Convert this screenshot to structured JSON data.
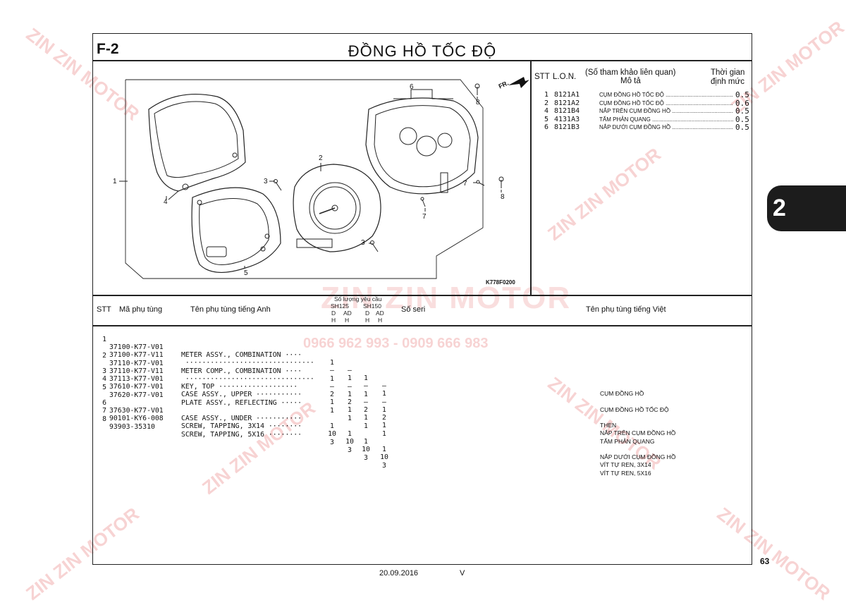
{
  "header": {
    "figure_code": "F-2",
    "title": "ĐỒNG HỒ TỐC ĐỘ"
  },
  "diagram": {
    "code": "K778F0200",
    "direction_label": "FR.",
    "callouts": [
      "1",
      "2",
      "3",
      "3",
      "4",
      "5",
      "6",
      "7",
      "7",
      "8",
      "8"
    ]
  },
  "lon_table": {
    "col_stt": "STT",
    "col_lon": "L.O.N.",
    "col_ref_1": "(Số tham khảo liên quan)",
    "col_ref_2": "Mô tả",
    "col_time_1": "Thời gian",
    "col_time_2": "định mức",
    "rows": [
      {
        "no": "1",
        "code": "8121A1",
        "desc": "CỤM ĐỒNG HỒ TỐC ĐỘ",
        "time": "0.5"
      },
      {
        "no": "2",
        "code": "8121A2",
        "desc": "CỤM ĐỒNG HỒ TỐC ĐỘ",
        "time": "0.6"
      },
      {
        "no": "4",
        "code": "8121B4",
        "desc": "NẮP TRÊN CỤM ĐỒNG HỒ",
        "time": "0.5"
      },
      {
        "no": "5",
        "code": "4131A3",
        "desc": "TẤM PHẢN QUANG",
        "time": "0.5"
      },
      {
        "no": "6",
        "code": "8121B3",
        "desc": "NẮP DƯỚI CỤM ĐỒNG HỒ",
        "time": "0.5"
      }
    ]
  },
  "parts_header": {
    "stt": "STT",
    "part_no": "Mã phụ tùng",
    "name_en": "Tên phụ tùng tiếng Anh",
    "qty": "Số lượng yêu cầu",
    "model_1": "SH125",
    "model_2": "SH150",
    "sub_1": "D",
    "sub_2": "AD",
    "sub_3": "H",
    "sub_4": "H",
    "serial": "Số seri",
    "name_vn": "Tên phụ tùng tiếng Việt"
  },
  "parts": [
    {
      "stt": "1",
      "pno": "37100-K77-V01",
      "en": "METER ASSY., COMBINATION ····",
      "q": [
        "1",
        "–",
        "1",
        "–"
      ],
      "vn": "CỤM ĐỒNG HỒ"
    },
    {
      "stt": "",
      "pno": "37100-K77-V11",
      "en": " ·······························",
      "q": [
        "–",
        "1",
        "–",
        "1"
      ],
      "vn": ""
    },
    {
      "stt": "2",
      "pno": "37110-K77-V01",
      "en": "METER COMP., COMBINATION ····",
      "q": [
        "1",
        "–",
        "1",
        "–"
      ],
      "vn": "CỤM ĐỒNG HỒ TỐC ĐỘ"
    },
    {
      "stt": "",
      "pno": "37110-K77-V11",
      "en": " ·······························",
      "q": [
        "–",
        "1",
        "–",
        "1"
      ],
      "vn": ""
    },
    {
      "stt": "3",
      "pno": "37113-K77-V01",
      "en": "KEY, TOP ···················",
      "q": [
        "2",
        "2",
        "2",
        "2"
      ],
      "vn": "THEN"
    },
    {
      "stt": "4",
      "pno": "37610-K77-V01",
      "en": "CASE ASSY., UPPER ···········",
      "q": [
        "1",
        "1",
        "1",
        "1"
      ],
      "vn": "NẮP TRÊN CỤM ĐỒNG HỒ"
    },
    {
      "stt": "5",
      "pno": "37620-K77-V01",
      "en": "PLATE ASSY., REFLECTING ·····",
      "q": [
        "1",
        "1",
        "1",
        "1"
      ],
      "vn": "TẤM PHẢN QUANG"
    },
    {
      "stt": "6",
      "pno": "37630-K77-V01",
      "en": "CASE ASSY., UNDER ···········",
      "q": [
        "1",
        "1",
        "1",
        "1"
      ],
      "vn": "NẮP DƯỚI CỤM ĐỒNG HỒ"
    },
    {
      "stt": "7",
      "pno": "90101-KY6-008",
      "en": "SCREW, TAPPING, 3X14 ········",
      "q": [
        "10",
        "10",
        "10",
        "10"
      ],
      "vn": "VÍT TỰ REN, 3X14"
    },
    {
      "stt": "8",
      "pno": "93903-35310",
      "en": "SCREW, TAPPING, 5X16 ········",
      "q": [
        "3",
        "3",
        "3",
        "3"
      ],
      "vn": "VÍT TỰ REN, 5X16"
    }
  ],
  "footer": {
    "date": "20.09.2016",
    "version": "V",
    "page": "63",
    "section_tab": "2"
  },
  "watermark": {
    "brand": "ZIN ZIN MOTOR",
    "phone": "0966 962 993 - 0909 666 983"
  }
}
